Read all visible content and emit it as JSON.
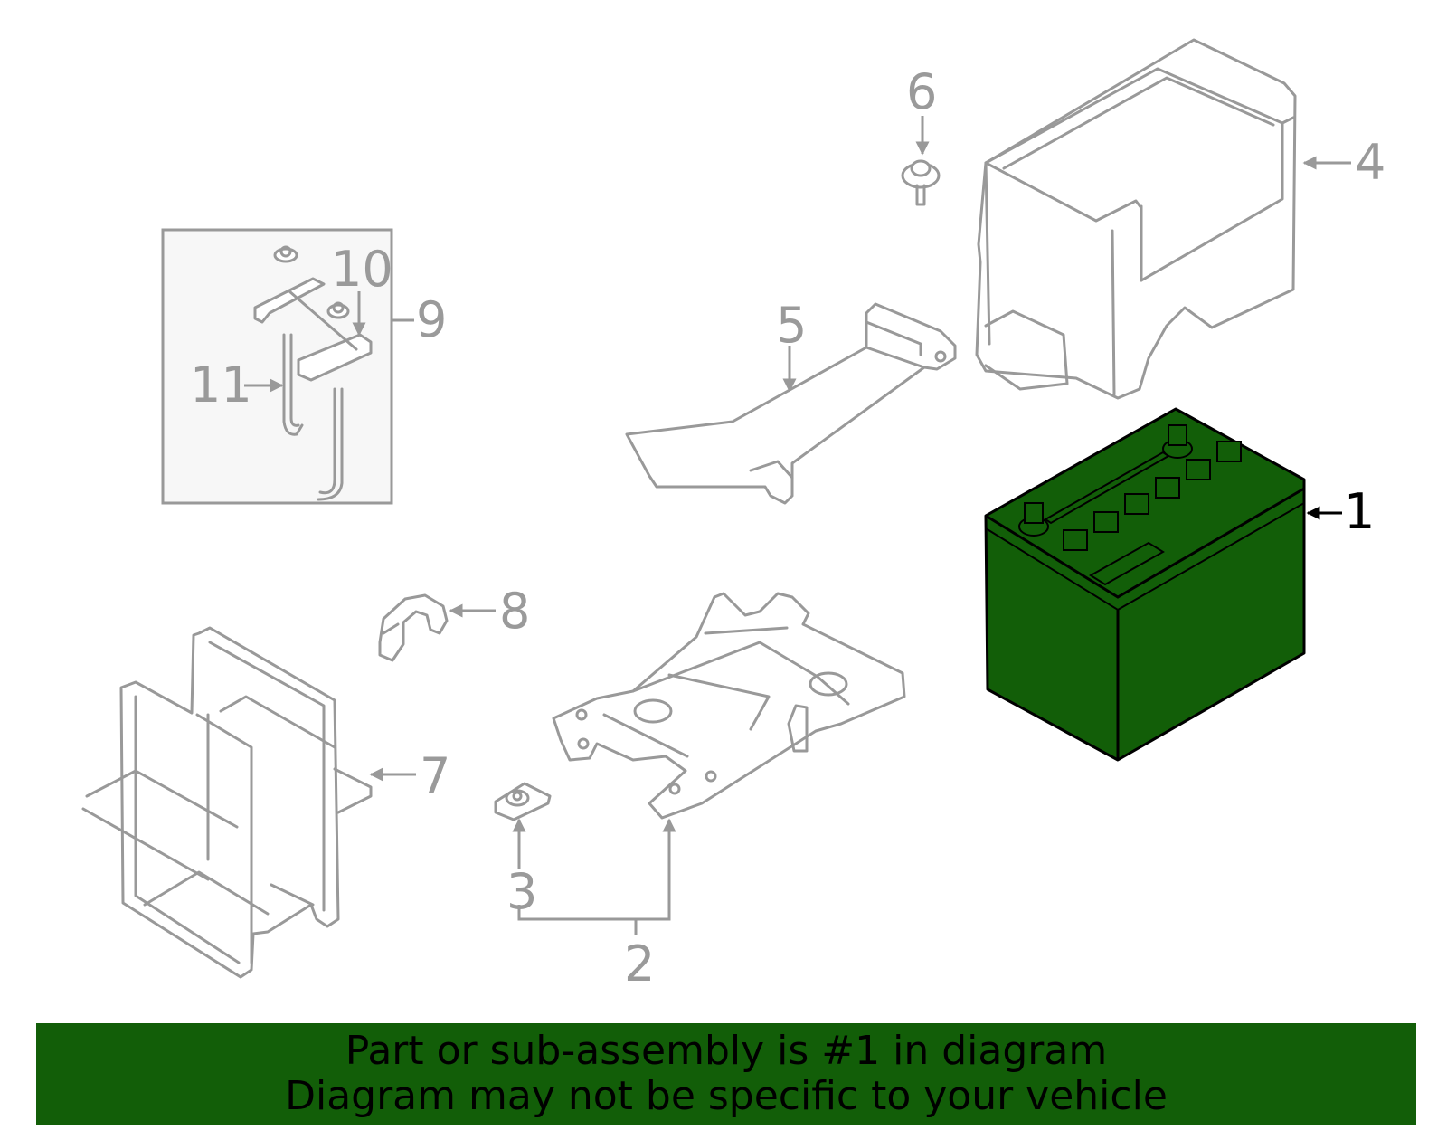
{
  "banner": {
    "line1": "Part or sub-assembly is #1 in diagram",
    "line2": "Diagram may not be specific to your vehicle",
    "color": "#125e08"
  },
  "highlight_color": "#125e08",
  "callouts": {
    "c1": "1",
    "c2": "2",
    "c3": "3",
    "c4": "4",
    "c5": "5",
    "c6": "6",
    "c7": "7",
    "c8": "8",
    "c9": "9",
    "c10": "10",
    "c11": "11"
  },
  "highlighted_part": "1"
}
